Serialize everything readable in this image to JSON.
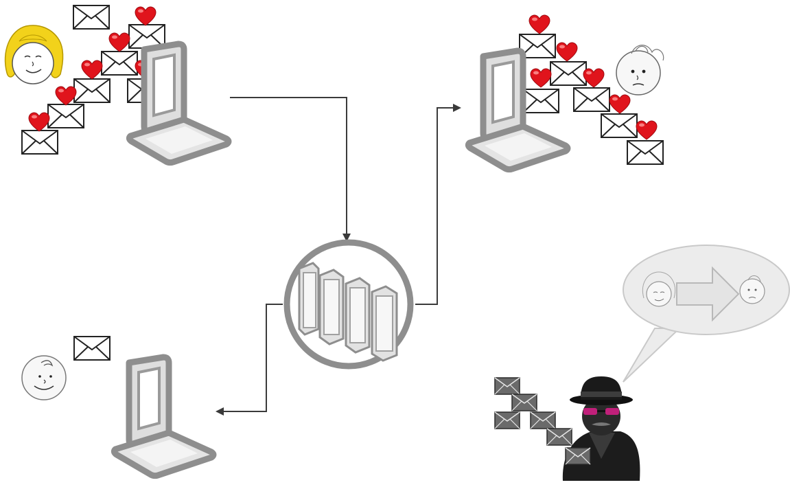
{
  "diagram": {
    "nodes": [
      {
        "id": "sender",
        "icon": "girl-face-icon"
      },
      {
        "id": "sender-laptop",
        "icon": "laptop-icon"
      },
      {
        "id": "mail-server",
        "icon": "server-rack-icon"
      },
      {
        "id": "recipient-laptop",
        "icon": "laptop-icon"
      },
      {
        "id": "recipient",
        "icon": "boy-face-icon"
      },
      {
        "id": "third-laptop",
        "icon": "laptop-icon"
      },
      {
        "id": "third-person",
        "icon": "boy-face-icon"
      },
      {
        "id": "spy",
        "icon": "spy-icon"
      },
      {
        "id": "thought-bubble",
        "icon": "thought-bubble-icon"
      }
    ],
    "edges": [
      {
        "from": "sender-laptop",
        "to": "mail-server"
      },
      {
        "from": "mail-server",
        "to": "recipient-laptop"
      },
      {
        "from": "mail-server",
        "to": "third-laptop"
      }
    ],
    "icons": {
      "envelope": "envelope-icon",
      "heart": "heart-icon",
      "arrow": "arrow-right-icon"
    }
  },
  "colors": {
    "laptop_frame": "#8e8e8e",
    "laptop_light": "#d9d9d9",
    "heart": "#e0141c",
    "connector": "#3a3a3a",
    "girl_hair": "#f2d21b",
    "bubble": "#ececec",
    "spy_body": "#1c1c1c",
    "spy_goggles": "#c0207a",
    "dark_envelope": "#555555"
  }
}
